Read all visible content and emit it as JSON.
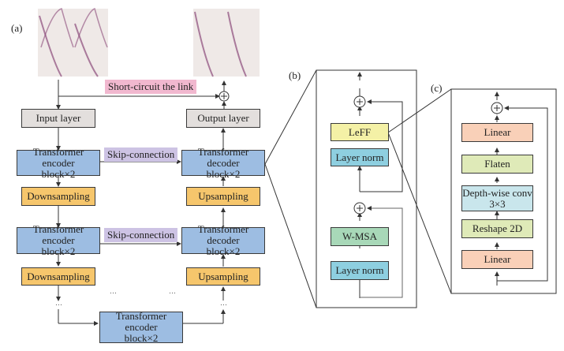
{
  "panels": {
    "a": "(a)",
    "b": "(b)",
    "c": "(c)"
  },
  "panel_a": {
    "input_layer": "Input layer",
    "output_layer": "Output layer",
    "short_circuit": "Short-circuit the link",
    "skip_connection_1": "Skip-connection",
    "skip_connection_2": "Skip-connection",
    "encoder_1": {
      "line1": "Transformer encoder",
      "line2": "block×2"
    },
    "encoder_2": {
      "line1": "Transformer encoder",
      "line2": "block×2"
    },
    "bottleneck": {
      "line1": "Transformer encoder",
      "line2": "block×2"
    },
    "decoder_1": {
      "line1": "Transformer decoder",
      "line2": "block×2"
    },
    "decoder_2": {
      "line1": "Transformer decoder",
      "line2": "block×2"
    },
    "downsampling_1": "Downsampling",
    "downsampling_2": "Downsampling",
    "upsampling_1": "Upsampling",
    "upsampling_2": "Upsampling",
    "ellipsis": "…"
  },
  "panel_b": {
    "leff": "LeFF",
    "layer_norm_top": "Layer norm",
    "wmsa": "W-MSA",
    "layer_norm_bottom": "Layer norm",
    "add_symbol": "+"
  },
  "panel_c": {
    "linear_top": "Linear",
    "flaten": "Flaten",
    "depthwise": {
      "line1": "Depth-wise conv",
      "line2": "3×3"
    },
    "reshape": "Reshape 2D",
    "linear_bottom": "Linear",
    "add_symbol": "+"
  },
  "images": {
    "input_images": "seismic-input-images",
    "output_images": "seismic-output-images"
  }
}
